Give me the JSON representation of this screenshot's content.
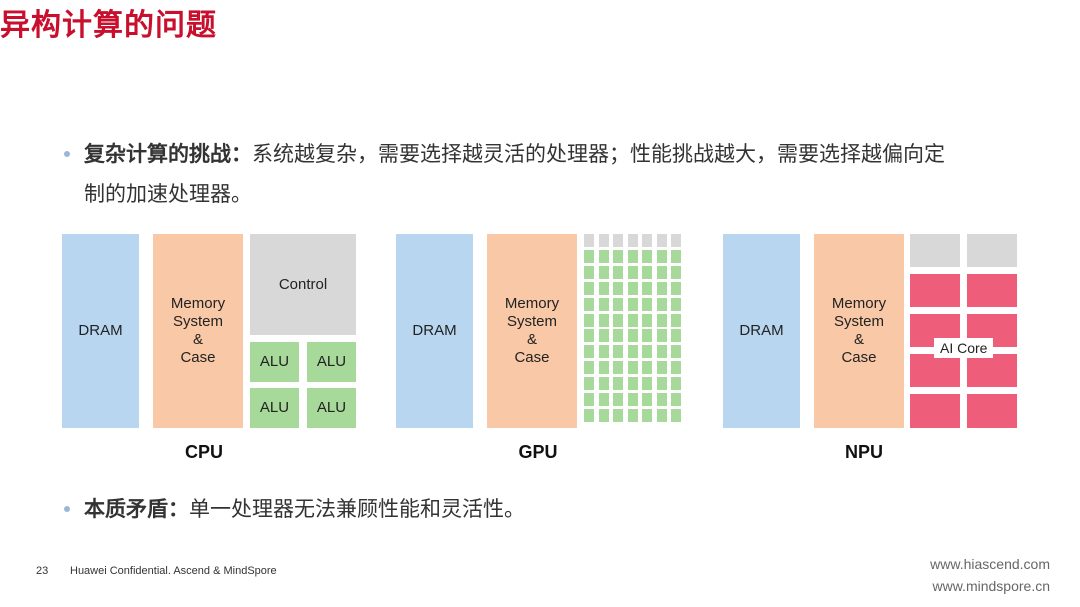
{
  "slide": {
    "title": "异构计算的问题",
    "bullets": [
      {
        "heading": "复杂计算的挑战：",
        "text_line1": "系统越复杂，需要选择越灵活的处理器；性能挑战越大，需要选择越偏向定",
        "text_line2": "制的加速处理器。"
      },
      {
        "heading": "本质矛盾：",
        "text_line1": "单一处理器无法兼顾性能和灵活性。"
      }
    ]
  },
  "diagrams": {
    "cpu": {
      "dram": "DRAM",
      "memory": [
        "Memory",
        "System",
        "&",
        "Case"
      ],
      "control": "Control",
      "alus": [
        "ALU",
        "ALU",
        "ALU",
        "ALU"
      ],
      "label": "CPU"
    },
    "gpu": {
      "dram": "DRAM",
      "memory": [
        "Memory",
        "System",
        "&",
        "Case"
      ],
      "label": "GPU"
    },
    "npu": {
      "dram": "DRAM",
      "memory": [
        "Memory",
        "System",
        "&",
        "Case"
      ],
      "ai_core": "AI Core",
      "label": "NPU"
    }
  },
  "colors": {
    "title": "#c8102e",
    "dram": "#b8d6f0",
    "memory": "#f9c8a6",
    "control": "#d8d8d8",
    "alu": "#a6d99a",
    "ai_core": "#ee5d7a"
  },
  "footer": {
    "page_number": "23",
    "confidential": "Huawei Confidential. Ascend & MindSpore",
    "url1": "www.hiascend.com",
    "url2": "www.mindspore.cn"
  }
}
